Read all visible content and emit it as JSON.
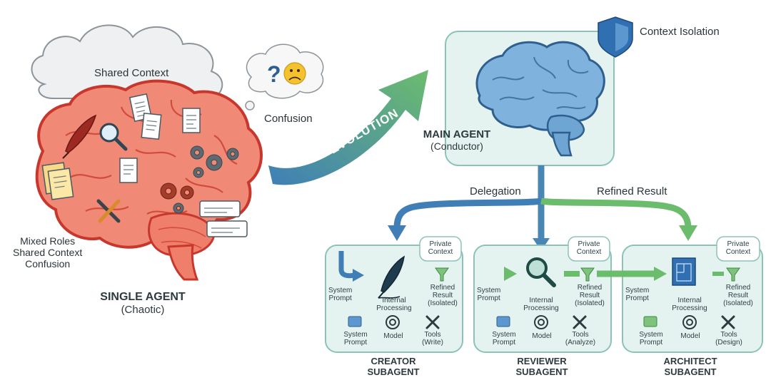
{
  "left": {
    "cloud_label": "Shared Context",
    "thought_label": "Confusion",
    "notes": [
      "Mixed Roles",
      "Shared Context",
      "Confusion"
    ],
    "title": "SINGLE AGENT",
    "subtitle": "(Chaotic)"
  },
  "evolution_label": "EVOLUTION",
  "main": {
    "isolation_label": "Context Isolation",
    "title": "MAIN AGENT",
    "subtitle": "(Conductor)",
    "delegation_label": "Delegation",
    "refined_label": "Refined Result"
  },
  "subagent_common": {
    "private_context": [
      "Private",
      "Context"
    ],
    "system_prompt": [
      "System",
      "Prompt"
    ],
    "internal_processing": [
      "Internal",
      "Processing"
    ],
    "refined_result": [
      "Refined",
      "Result",
      "(Isolated)"
    ],
    "model": "Model"
  },
  "subagents": [
    {
      "title": [
        "CREATOR",
        "SUBAGENT"
      ],
      "tools": [
        "Tools",
        "(Write)"
      ],
      "icon": "quill-icon"
    },
    {
      "title": [
        "REVIEWER",
        "SUBAGENT"
      ],
      "tools": [
        "Tools",
        "(Analyze)"
      ],
      "icon": "magnifier-icon"
    },
    {
      "title": [
        "ARCHITECT",
        "SUBAGENT"
      ],
      "tools": [
        "Tools",
        "(Design)"
      ],
      "icon": "blueprint-icon"
    }
  ],
  "colors": {
    "brain_left": "#f08a76",
    "brain_left_stroke": "#c8372c",
    "brain_right": "#7fb3dd",
    "brain_right_stroke": "#2f5f8e",
    "panel_fill": "#e4f3ef",
    "panel_stroke": "#8cc3b8",
    "arrow_blue": "#3f7fb6",
    "arrow_green": "#6cbc6e",
    "shield": "#2f6fb2"
  }
}
